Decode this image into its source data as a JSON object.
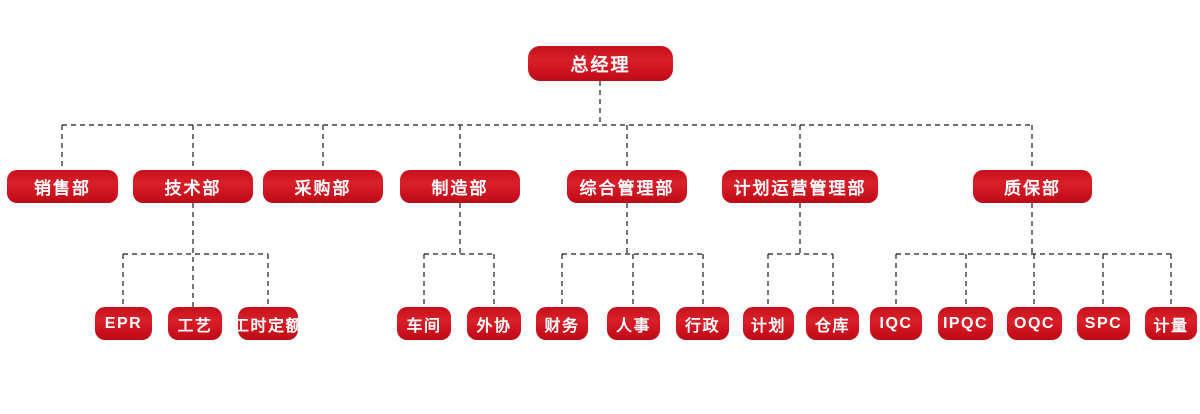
{
  "org": {
    "root": {
      "label": "总经理"
    },
    "departments": [
      {
        "label": "销售部",
        "children": []
      },
      {
        "label": "技术部",
        "children": [
          {
            "label": "EPR"
          },
          {
            "label": "工艺"
          },
          {
            "label": "工时定额"
          }
        ]
      },
      {
        "label": "采购部",
        "children": []
      },
      {
        "label": "制造部",
        "children": [
          {
            "label": "车间"
          },
          {
            "label": "外协"
          }
        ]
      },
      {
        "label": "综合管理部",
        "children": [
          {
            "label": "财务"
          },
          {
            "label": "人事"
          },
          {
            "label": "行政"
          }
        ]
      },
      {
        "label": "计划运营管理部",
        "children": [
          {
            "label": "计划"
          },
          {
            "label": "仓库"
          }
        ]
      },
      {
        "label": "质保部",
        "children": [
          {
            "label": "IQC"
          },
          {
            "label": "IPQC"
          },
          {
            "label": "OQC"
          },
          {
            "label": "SPC"
          },
          {
            "label": "计量"
          }
        ]
      }
    ]
  },
  "colors": {
    "node_fill": "#ce1320",
    "node_fill_light": "#d92029",
    "node_fill_dark": "#bb0c17",
    "node_text": "#ffffff",
    "connector_line": "#1c1c1c",
    "background": "#ffffff"
  }
}
